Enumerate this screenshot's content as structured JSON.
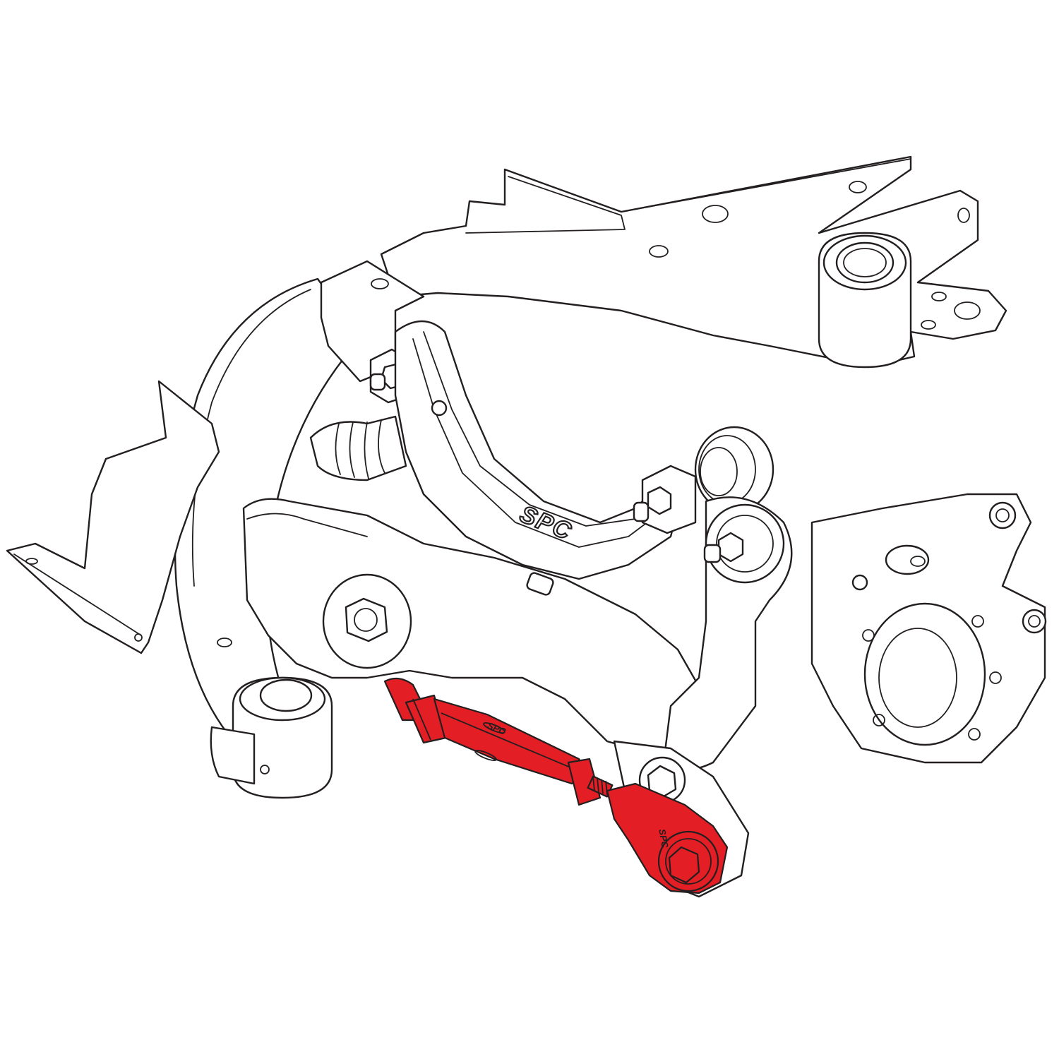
{
  "diagram": {
    "subject": "Rear suspension assembly with adjustable toe link",
    "labels": {
      "upper_arm_brand": "SPC",
      "toe_link_brand": "SPC",
      "toe_link_end_brand": "SPC"
    },
    "colors": {
      "line": "#231f20",
      "background": "#ffffff",
      "highlight": "#e31e24"
    },
    "highlighted_part": "toe-link"
  }
}
